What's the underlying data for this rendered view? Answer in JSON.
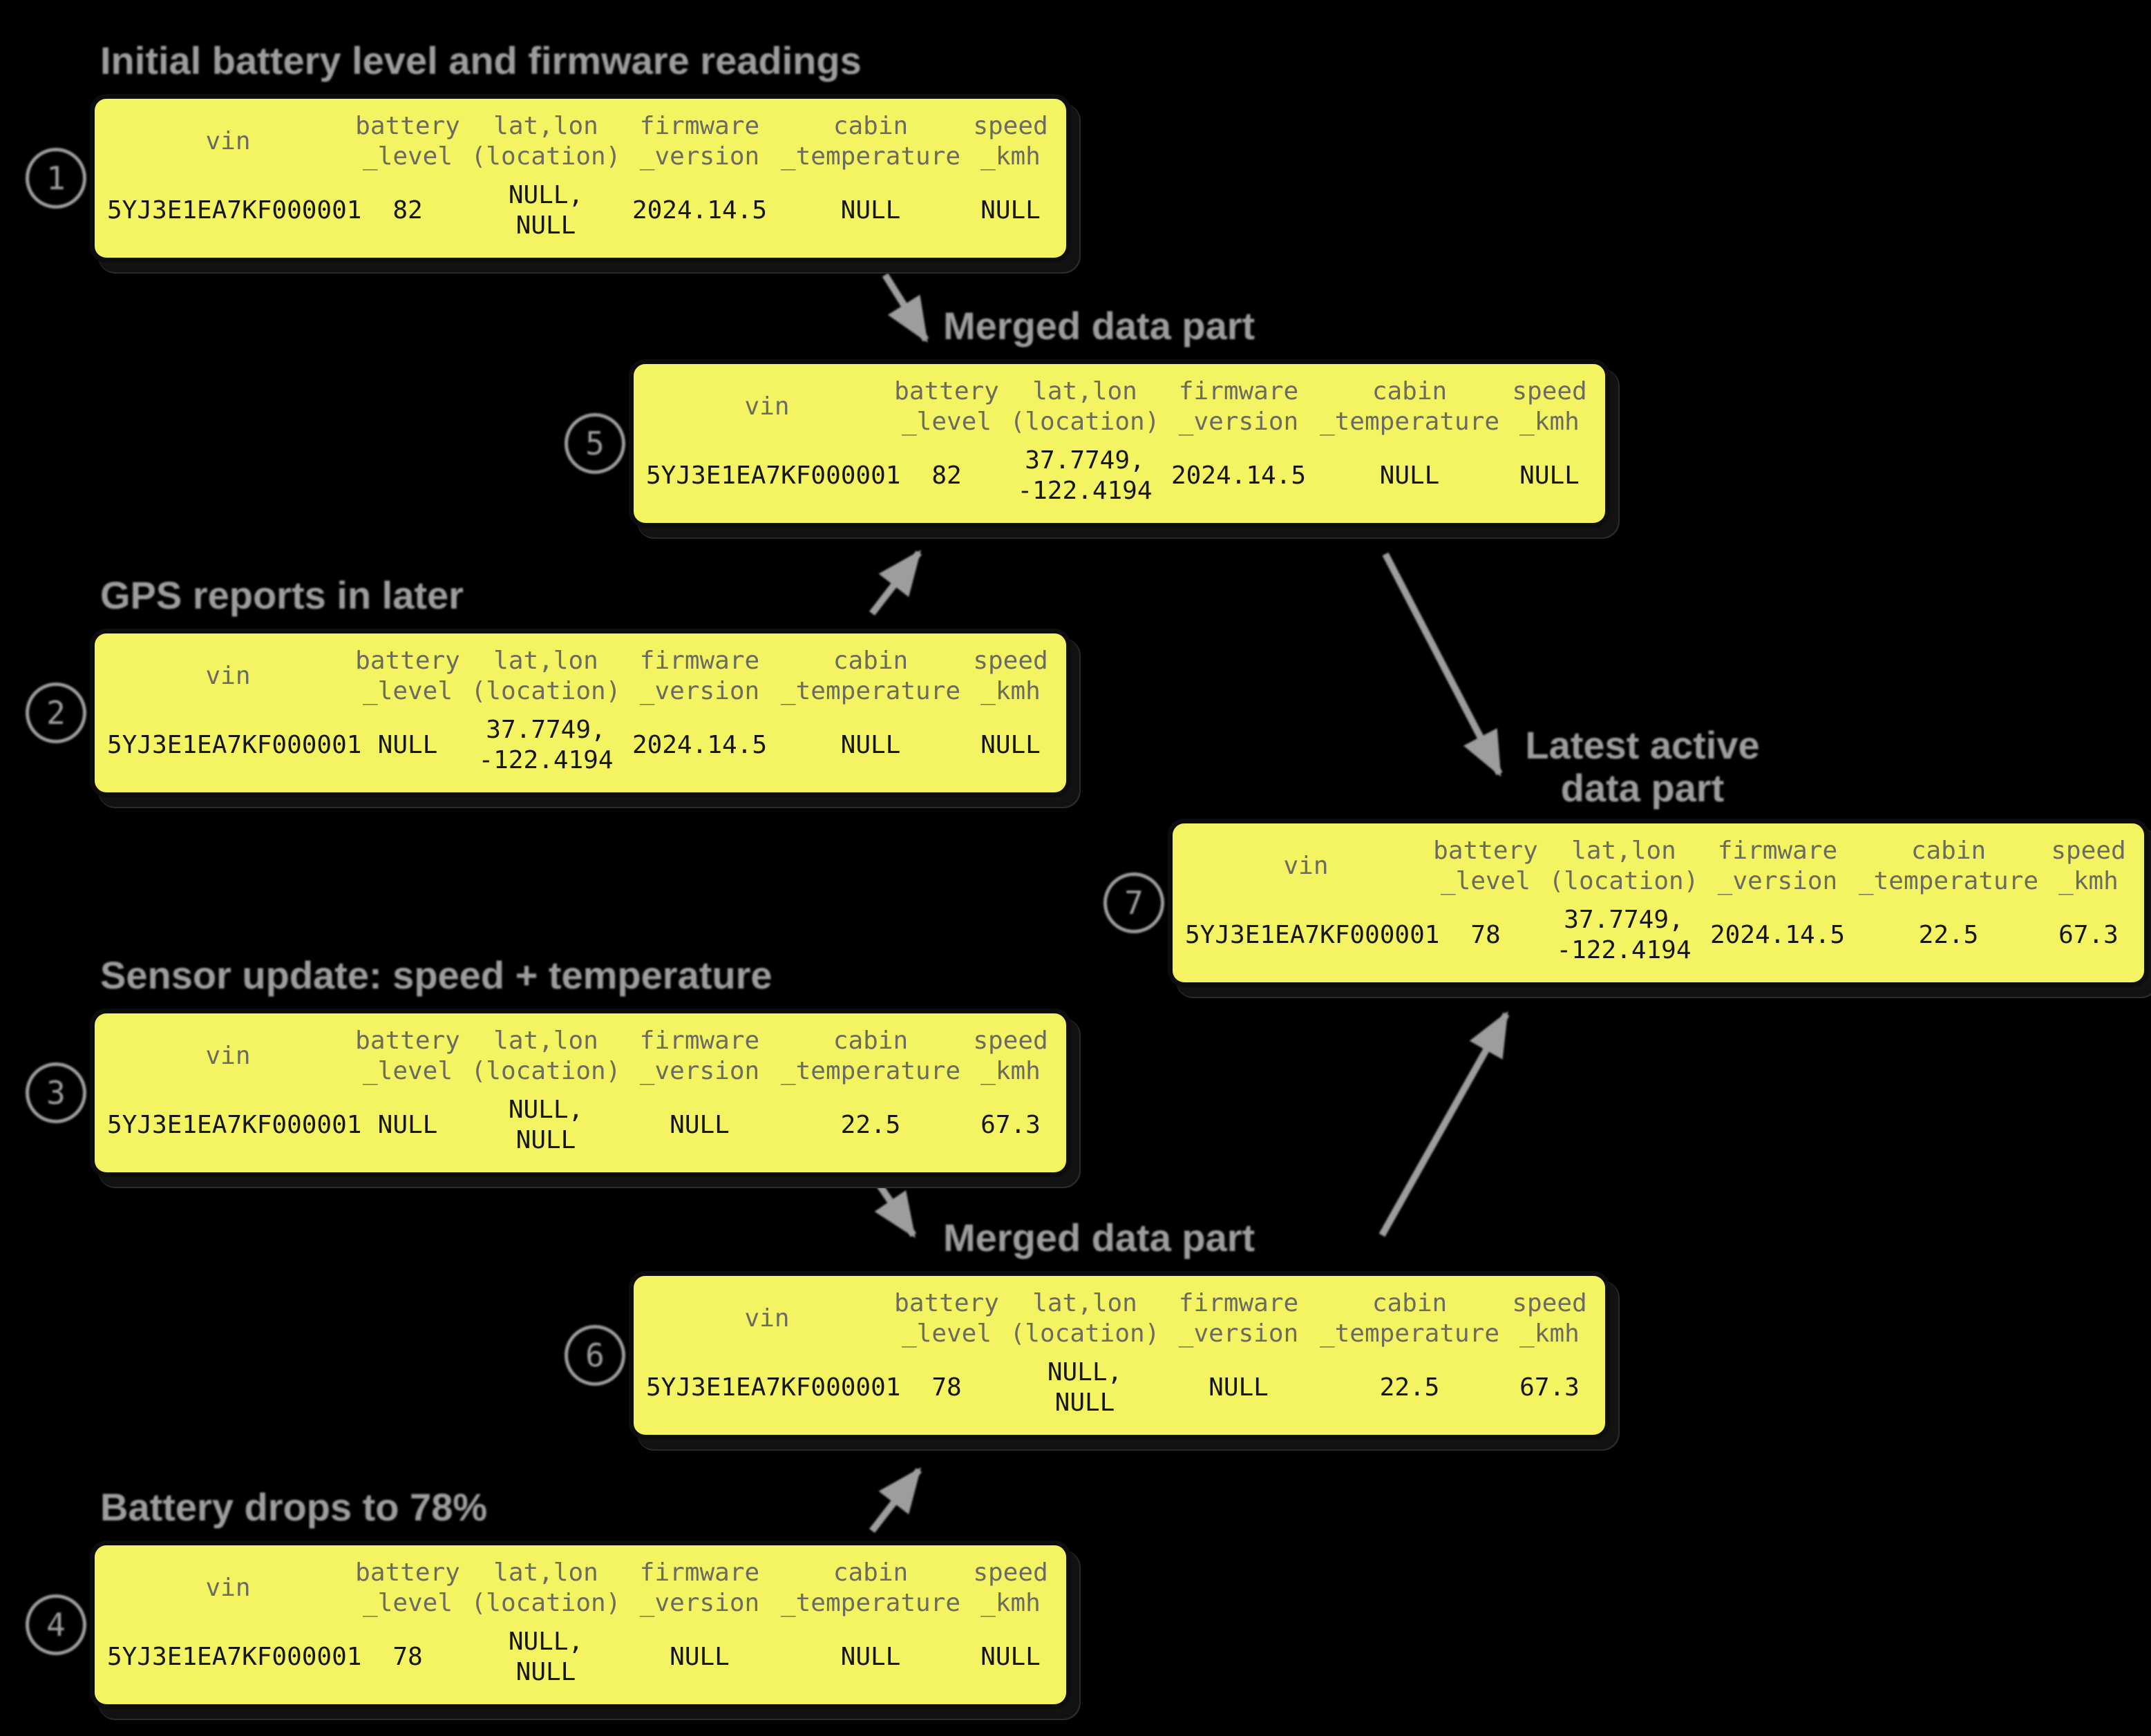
{
  "colors": {
    "page_background": "#000000",
    "card_background": "#f4f462",
    "card_border": "#0d0d0d",
    "header_text": "#6b6b60",
    "value_text": "#161616",
    "annotation_gray": "#9d9d9d"
  },
  "columns": [
    {
      "l1": "vin",
      "l2": ""
    },
    {
      "l1": "battery",
      "l2": "_level"
    },
    {
      "l1": "lat,lon",
      "l2": "(location)"
    },
    {
      "l1": "firmware",
      "l2": "_version"
    },
    {
      "l1": "cabin",
      "l2": "_temperature"
    },
    {
      "l1": "speed",
      "l2": "_kmh"
    }
  ],
  "cards": [
    {
      "num": "1",
      "title": "Initial battery level and firmware readings",
      "row": {
        "vin": "5YJ3E1EA7KF000001",
        "battery": "82",
        "lat": "NULL,\nNULL",
        "firmware": "2024.14.5",
        "cabin": "NULL",
        "speed": "NULL"
      }
    },
    {
      "num": "2",
      "title": "GPS reports in later",
      "row": {
        "vin": "5YJ3E1EA7KF000001",
        "battery": "NULL",
        "lat": "37.7749,\n-122.4194",
        "firmware": "2024.14.5",
        "cabin": "NULL",
        "speed": "NULL"
      }
    },
    {
      "num": "3",
      "title": "Sensor update: speed + temperature",
      "row": {
        "vin": "5YJ3E1EA7KF000001",
        "battery": "NULL",
        "lat": "NULL,\nNULL",
        "firmware": "NULL",
        "cabin": "22.5",
        "speed": "67.3"
      }
    },
    {
      "num": "4",
      "title": "Battery drops to 78%",
      "row": {
        "vin": "5YJ3E1EA7KF000001",
        "battery": "78",
        "lat": "NULL,\nNULL",
        "firmware": "NULL",
        "cabin": "NULL",
        "speed": "NULL"
      }
    },
    {
      "num": "5",
      "title": "Merged data part",
      "row": {
        "vin": "5YJ3E1EA7KF000001",
        "battery": "82",
        "lat": "37.7749,\n-122.4194",
        "firmware": "2024.14.5",
        "cabin": "NULL",
        "speed": "NULL"
      }
    },
    {
      "num": "6",
      "title": "Merged data part",
      "row": {
        "vin": "5YJ3E1EA7KF000001",
        "battery": "78",
        "lat": "NULL,\nNULL",
        "firmware": "NULL",
        "cabin": "22.5",
        "speed": "67.3"
      }
    },
    {
      "num": "7",
      "title": "Latest active\ndata part",
      "row": {
        "vin": "5YJ3E1EA7KF000001",
        "battery": "78",
        "lat": "37.7749,\n-122.4194",
        "firmware": "2024.14.5",
        "cabin": "22.5",
        "speed": "67.3"
      }
    }
  ]
}
